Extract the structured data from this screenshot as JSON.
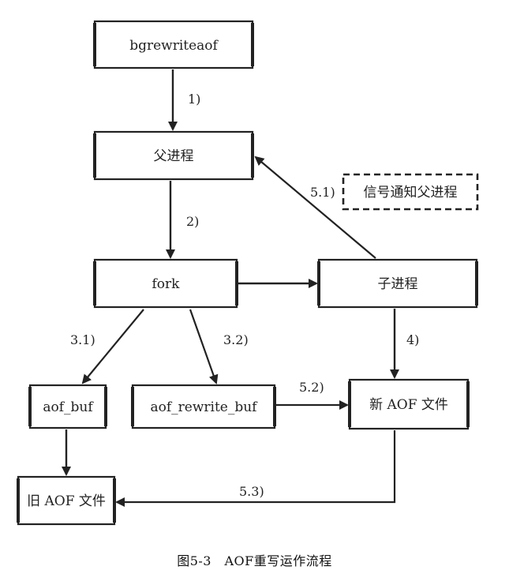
{
  "nodes": {
    "bgrewriteaof": "bgrewriteaof",
    "parent_process": "父进程",
    "fork": "fork",
    "child_process": "子进程",
    "signal_parent": "信号通知父进程",
    "aof_buf": "aof_buf",
    "aof_rewrite_buf": "aof_rewrite_buf",
    "new_aof_file": "新 AOF 文件",
    "old_aof_file": "旧 AOF 文件"
  },
  "edges": {
    "step_1": "1)",
    "step_2": "2)",
    "step_3_1": "3.1)",
    "step_3_2": "3.2)",
    "step_4": "4)",
    "step_5_1": "5.1)",
    "step_5_2": "5.2)",
    "step_5_3": "5.3)"
  },
  "caption": "图5-3　AOF重写运作流程"
}
